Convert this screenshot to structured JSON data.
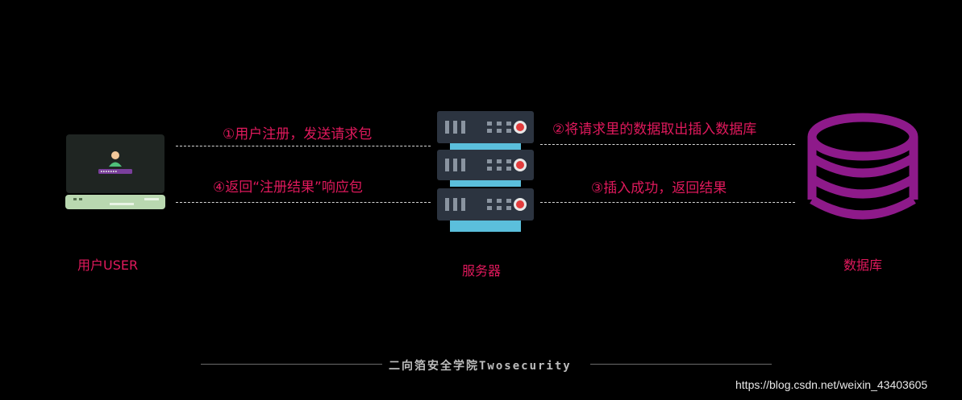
{
  "nodes": {
    "user": "用户USER",
    "server": "服务器",
    "database": "数据库"
  },
  "arrows": {
    "step1": "①用户注册，发送请求包",
    "step4": "④返回“注册结果”响应包",
    "step2": "②将请求里的数据取出插入数据库",
    "step3": "③插入成功，返回结果"
  },
  "footer": "二向箔安全学院Twosecurity",
  "watermark": "https://blog.csdn.net/weixin_43403605",
  "colors": {
    "label": "#e0195c",
    "database": "#8e1a8a",
    "server_body": "#2c3440",
    "server_bar": "#5bbfdc",
    "server_led": "#e23c3c",
    "laptop_screen": "#1f2522",
    "laptop_base": "#b9d8b0"
  }
}
